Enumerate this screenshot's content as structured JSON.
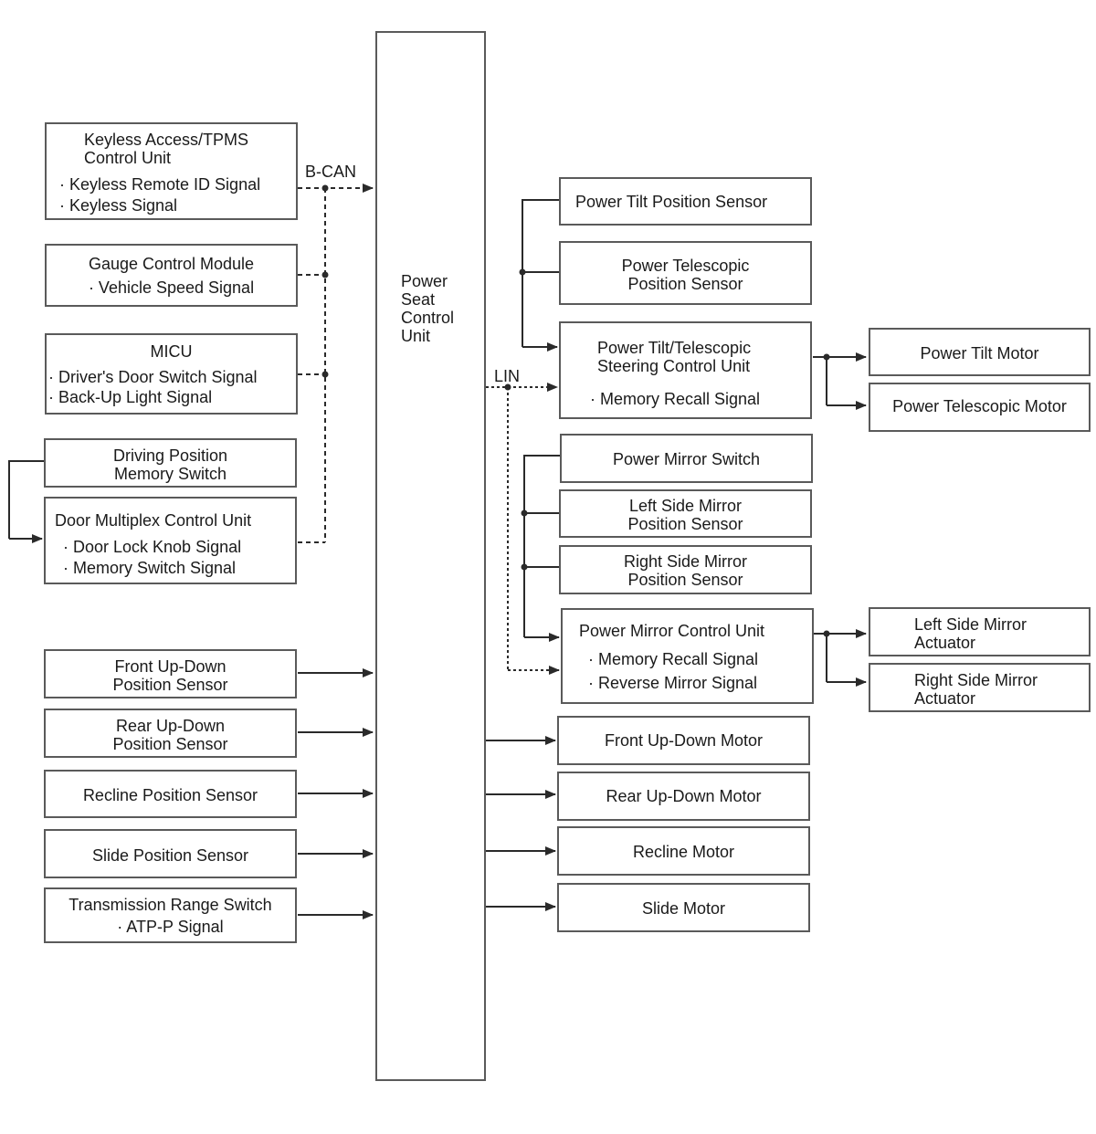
{
  "diagram": {
    "center_unit": {
      "lines": [
        "Power",
        "Seat",
        "Control",
        "Unit"
      ]
    },
    "bus_labels": {
      "bcan": "B-CAN",
      "lin": "LIN"
    },
    "inputs": {
      "keyless": {
        "title": [
          "Keyless Access/TPMS",
          "Control Unit"
        ],
        "signals": [
          "· Keyless Remote ID Signal",
          "· Keyless Signal"
        ]
      },
      "gauge": {
        "title": [
          "Gauge Control Module"
        ],
        "signals": [
          "· Vehicle Speed Signal"
        ]
      },
      "micu": {
        "title": [
          "MICU"
        ],
        "signals": [
          "· Driver's Door Switch Signal",
          "· Back-Up Light Signal"
        ]
      },
      "memory_switch": {
        "title": [
          "Driving Position",
          "Memory Switch"
        ]
      },
      "door_mux": {
        "title": [
          "Door Multiplex Control Unit"
        ],
        "signals": [
          "· Door Lock Knob Signal",
          "· Memory Switch Signal"
        ]
      },
      "front_updown_sensor": {
        "title": [
          "Front Up-Down",
          "Position Sensor"
        ]
      },
      "rear_updown_sensor": {
        "title": [
          "Rear Up-Down",
          "Position Sensor"
        ]
      },
      "recline_sensor": {
        "title": [
          "Recline Position Sensor"
        ]
      },
      "slide_sensor": {
        "title": [
          "Slide Position Sensor"
        ]
      },
      "trans_switch": {
        "title": [
          "Transmission Range Switch"
        ],
        "signals": [
          "· ATP-P Signal"
        ]
      }
    },
    "outputs": {
      "tilt_sensor": {
        "title": [
          "Power Tilt Position Sensor"
        ]
      },
      "telescopic_sensor": {
        "title": [
          "Power Telescopic",
          "Position Sensor"
        ]
      },
      "tilt_tele_unit": {
        "title": [
          "Power Tilt/Telescopic",
          "Steering Control Unit"
        ],
        "signals": [
          "· Memory Recall Signal"
        ]
      },
      "tilt_motor": {
        "title": [
          "Power Tilt Motor"
        ]
      },
      "tele_motor": {
        "title": [
          "Power Telescopic Motor"
        ]
      },
      "mirror_switch": {
        "title": [
          "Power Mirror Switch"
        ]
      },
      "left_mirror_sensor": {
        "title": [
          "Left Side Mirror",
          "Position Sensor"
        ]
      },
      "right_mirror_sensor": {
        "title": [
          "Right Side Mirror",
          "Position Sensor"
        ]
      },
      "mirror_unit": {
        "title": [
          "Power Mirror Control Unit"
        ],
        "signals": [
          "· Memory Recall Signal",
          "· Reverse Mirror Signal"
        ]
      },
      "left_actuator": {
        "title": [
          "Left Side Mirror",
          "Actuator"
        ]
      },
      "right_actuator": {
        "title": [
          "Right Side Mirror",
          "Actuator"
        ]
      },
      "front_motor": {
        "title": [
          "Front Up-Down Motor"
        ]
      },
      "rear_motor": {
        "title": [
          "Rear Up-Down Motor"
        ]
      },
      "recline_motor": {
        "title": [
          "Recline Motor"
        ]
      },
      "slide_motor": {
        "title": [
          "Slide Motor"
        ]
      }
    }
  }
}
